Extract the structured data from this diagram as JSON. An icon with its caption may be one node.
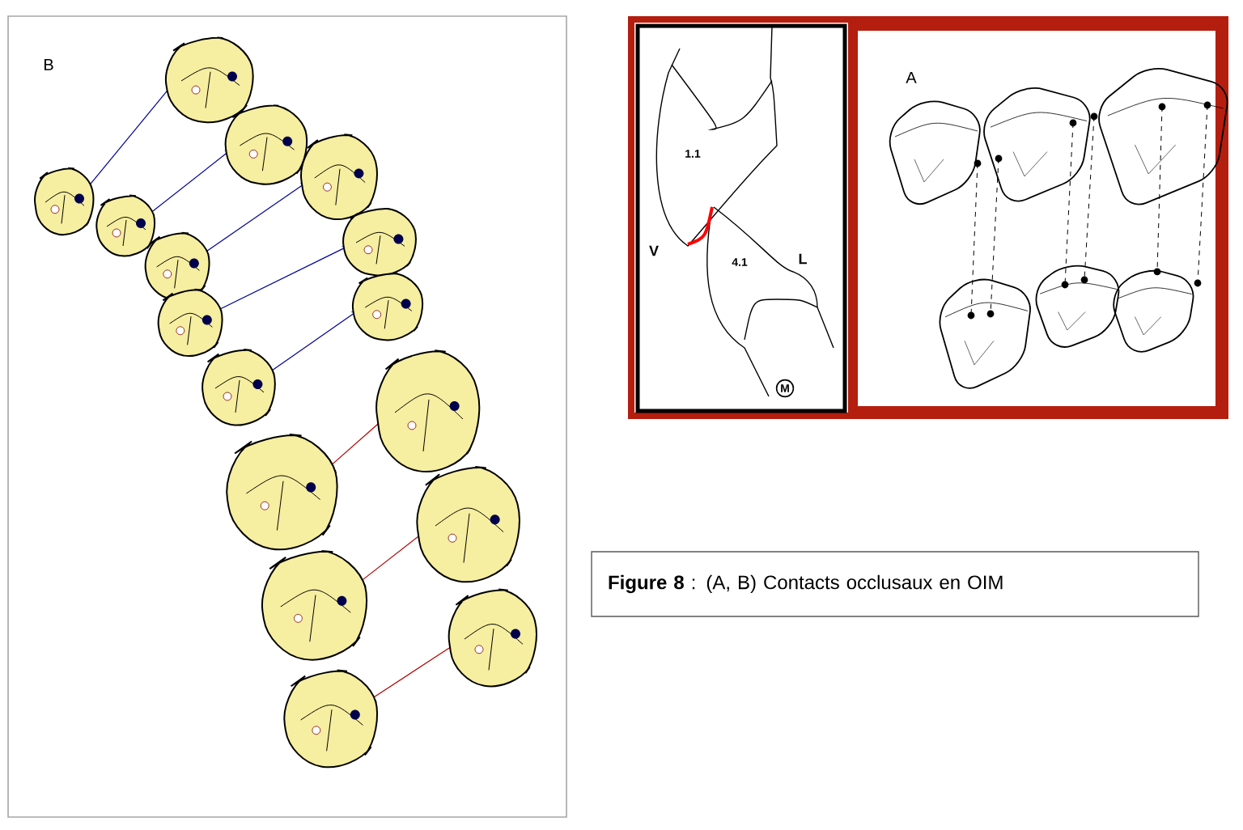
{
  "diagram": {
    "nodes": [
      {
        "text": [
          "**Figure 8** : (A, B) Contacts occlusaux en OIM"
        ]
      }
    ],
    "labels": [
      "B",
      "1.1",
      "V",
      "4.1",
      "L",
      "M",
      "A"
    ]
  }
}
